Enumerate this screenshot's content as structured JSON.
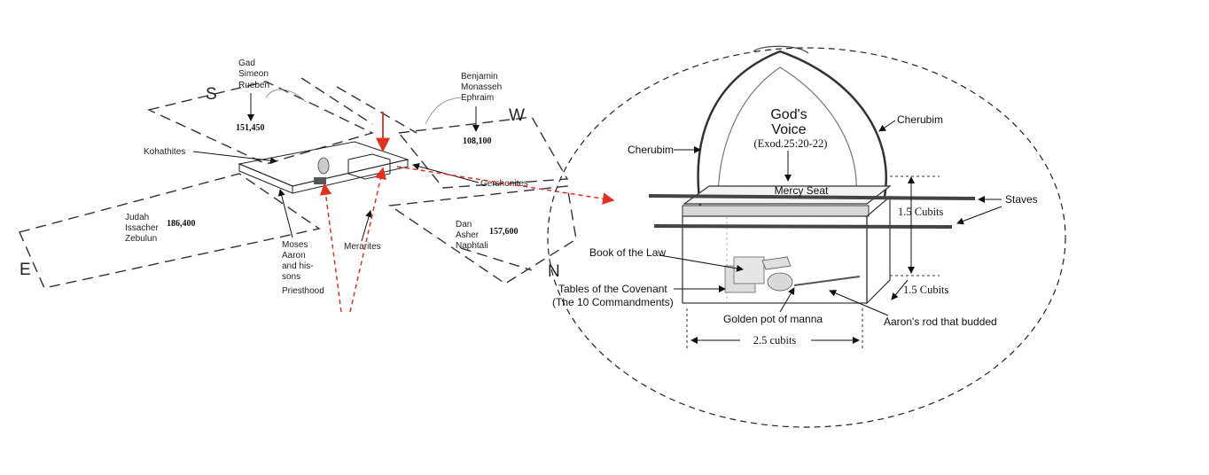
{
  "camp": {
    "directions": {
      "south": "S",
      "west": "W",
      "east": "E",
      "north": "N"
    },
    "south_tribes": [
      "Gad",
      "Simeon",
      "Rueben"
    ],
    "south_count": "151,450",
    "west_tribes": [
      "Benjamin",
      "Monasseh",
      "Ephraim"
    ],
    "west_count": "108,100",
    "east_tribes": [
      "Judah",
      "Issacher",
      "Zebulun"
    ],
    "east_count": "186,400",
    "north_tribes": [
      "Dan",
      "Asher",
      "Naphtali"
    ],
    "north_count": "157,600",
    "kohathites": "Kohathites",
    "gershonites": "Gershonites",
    "merarites": "Merarites",
    "priesthood": [
      "Moses",
      "Aaron",
      "and his-",
      "sons",
      "Priesthood"
    ]
  },
  "ark": {
    "gods_voice": [
      "God's",
      "Voice"
    ],
    "reference": "(Exod.25:20-22)",
    "cherubim_left": "Cherubim",
    "cherubim_right": "Cherubim",
    "mercy_seat": "Mercy Seat",
    "staves": "Staves",
    "height_label": "1.5 Cubits",
    "depth_label": "1.5 Cubits",
    "length_label": "2.5 cubits",
    "book_of_law": "Book of the Law",
    "tables_line1": "Tables of the Covenant",
    "tables_line2": "(The 10 Commandments)",
    "manna": "Golden pot of manna",
    "aarons_rod": "Aaron's rod that budded"
  },
  "colors": {
    "ink": "#222222",
    "pointer": "#e03020"
  }
}
